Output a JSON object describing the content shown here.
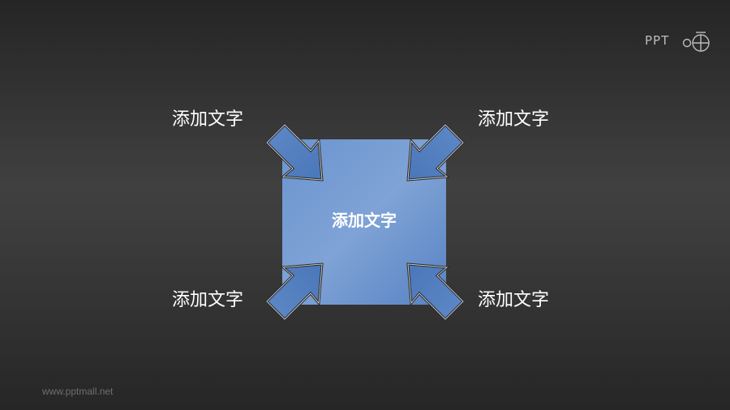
{
  "logo": {
    "text": "PPT",
    "icon": "ppt-logo-symbol"
  },
  "center_box": {
    "label": "添加文字",
    "color": "#5b86c4"
  },
  "labels": {
    "top_left": "添加文字",
    "top_right": "添加文字",
    "bottom_left": "添加文字",
    "bottom_right": "添加文字"
  },
  "arrow_color": "#5b86c4",
  "footer": {
    "url": "www.pptmall.net"
  }
}
